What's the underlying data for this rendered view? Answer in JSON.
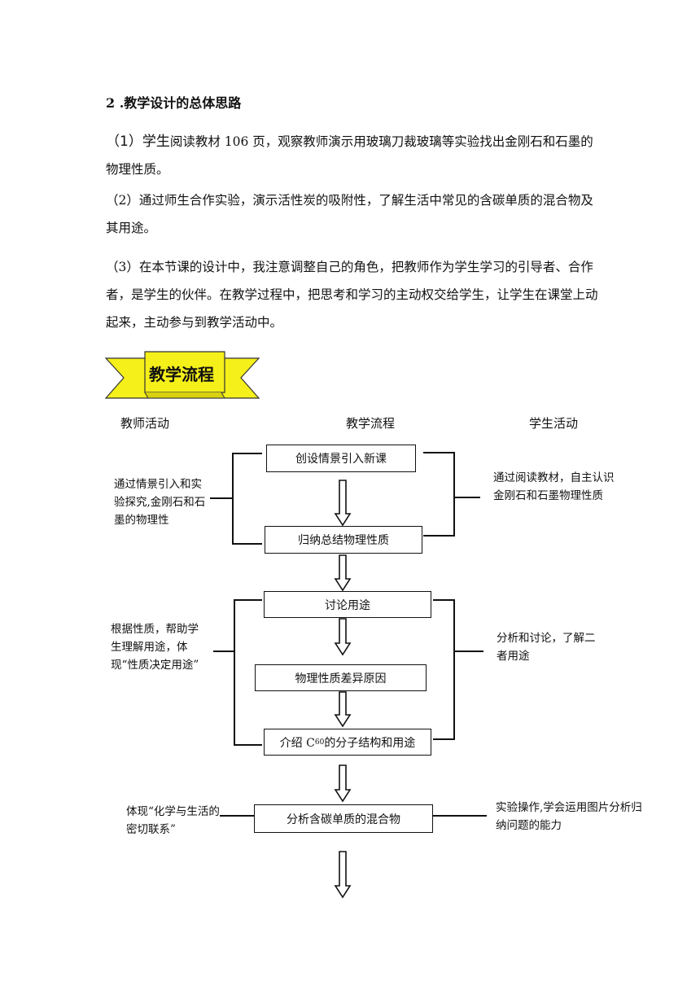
{
  "section_heading": "2 .教学设计的总体思路",
  "paragraphs": {
    "p1_lead": "（1）学生",
    "p1_rest": "阅读教材 106 页，观察教师演示用玻璃刀裁玻璃等实验找出金刚石和石墨的物理性质。",
    "p2": "（2）通过师生合作实验，演示活性炭的吸附性，了解生活中常见的含碳单质的混合物及其用途。",
    "p3": "（3）在本节课的设计中，我注意调整自己的角色，把教师作为学生学习的引导者、合作者，是学生的伙伴。在教学过程中，把思考和学习的主动权交给学生，让学生在课堂上动起来，主动参与到教学活动中。"
  },
  "banner": {
    "label": "教学流程",
    "color": "#f5ef1a"
  },
  "columns": {
    "teacher": "教师活动",
    "flow": "教学流程",
    "student": "学生活动"
  },
  "flow_boxes": {
    "b1": "创设情景引入新课",
    "b2": "归纳总结物理性质",
    "b3": "讨论用途",
    "b4": "物理性质差异原因",
    "b5_pre": "介绍 C",
    "b5_sub": "60",
    "b5_post": "的分子结构和用途",
    "b6": "分析含碳单质的混合物"
  },
  "teacher_notes": {
    "t1": "通过情景引入和实验探究,金刚石和石墨的物理性",
    "t2": "根据性质，帮助学生理解用途，体现“性质决定用途”",
    "t3": "体现“化学与生活的密切联系”"
  },
  "student_notes": {
    "s1": "通过阅读教材，自主认识金刚石和石墨物理性质",
    "s2": "分析和讨论，了解二者用途",
    "s3": "实验操作,学会运用图片分析归纳问题的能力"
  }
}
